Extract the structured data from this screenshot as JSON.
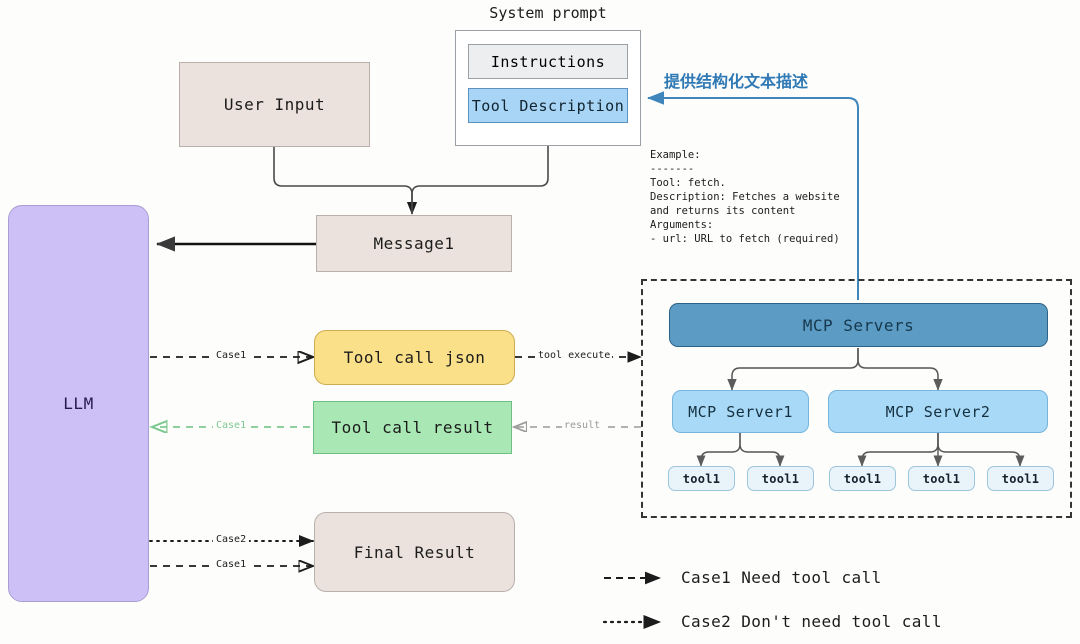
{
  "diagram": {
    "title_caption": "System prompt",
    "annotation_cn": "提供结构化文本描述",
    "accent_blue": "#2f79b5",
    "nodes": {
      "user_input": "User Input",
      "instructions": "Instructions",
      "tool_description": "Tool Description",
      "message1": "Message1",
      "llm": "LLM",
      "tool_call_json": "Tool call json",
      "tool_call_result": "Tool call result",
      "final_result": "Final Result",
      "mcp_servers": "MCP Servers",
      "mcp_server1": "MCP Server1",
      "mcp_server2": "MCP Server2",
      "tools": [
        "tool1",
        "tool1",
        "tool1",
        "tool1",
        "tool1"
      ]
    },
    "edge_labels": {
      "case1_to_json": "Case1",
      "case1_from_result": "Case1",
      "case2_to_final": "Case2",
      "case1_to_final": "Case1",
      "tool_execute": "tool execute",
      "result": "result"
    },
    "example_block": "Example:\n-------\nTool: fetch.\nDescription: Fetches a website\nand returns its content\nArguments:\n- url: URL to fetch (required)",
    "legend": [
      {
        "style": "dashed",
        "text": "Case1 Need tool call"
      },
      {
        "style": "dotted",
        "text": "Case2 Don't need tool call"
      }
    ]
  }
}
